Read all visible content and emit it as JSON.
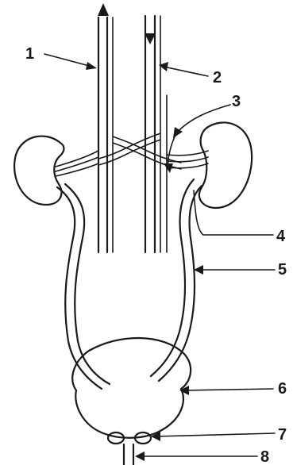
{
  "diagram": {
    "labels": [
      "1",
      "2",
      "3",
      "4",
      "5",
      "6",
      "7",
      "8"
    ],
    "colors": {
      "ink": "#1a1a1a",
      "background": "#ffffff"
    }
  }
}
